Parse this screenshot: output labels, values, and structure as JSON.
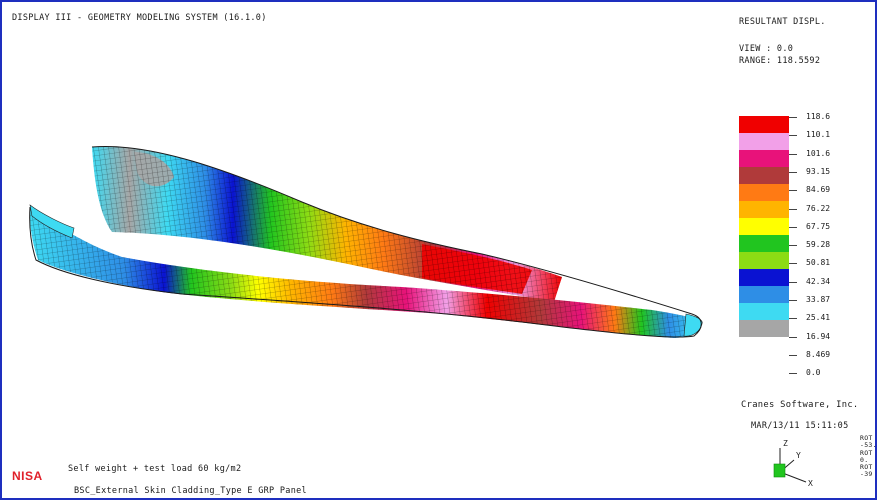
{
  "window": {
    "title": "DISPLAY III - GEOMETRY MODELING SYSTEM (16.1.0)"
  },
  "result": {
    "title": "RESULTANT DISPL.",
    "view": "VIEW : 0.0",
    "range": "RANGE: 118.5592"
  },
  "legend": {
    "bands": [
      {
        "color": "#f00000",
        "label": "118.6"
      },
      {
        "color": "#f2a0e8",
        "label": "110.1"
      },
      {
        "color": "#e8127a",
        "label": "101.6"
      },
      {
        "color": "#b03a3a",
        "label": "93.15"
      },
      {
        "color": "#ff7a14",
        "label": "84.69"
      },
      {
        "color": "#ffb400",
        "label": "76.22"
      },
      {
        "color": "#ffff00",
        "label": "67.75"
      },
      {
        "color": "#21c51f",
        "label": "59.28"
      },
      {
        "color": "#8cdc14",
        "label": "50.81"
      },
      {
        "color": "#0a12d2",
        "label": "42.34"
      },
      {
        "color": "#2e8ee6",
        "label": "33.87"
      },
      {
        "color": "#3edaf2",
        "label": "25.41"
      },
      {
        "color": "#a6a6a6",
        "label": "16.94"
      }
    ],
    "extra_labels": [
      "8.469",
      "0.0"
    ]
  },
  "footer": {
    "company": "Cranes Software, Inc.",
    "date": "MAR/13/11 15:11:05",
    "brand": "NISA",
    "load_description": "Self weight + test load 60 kg/m2",
    "panel_name": "BSC_External Skin Cladding_Type E GRP Panel"
  },
  "rotation_readout": "ROT\n-53.\nROT\n0.\nROT\n-39",
  "triad": {
    "axis_x": "X",
    "axis_y": "Y",
    "axis_z": "Z"
  }
}
